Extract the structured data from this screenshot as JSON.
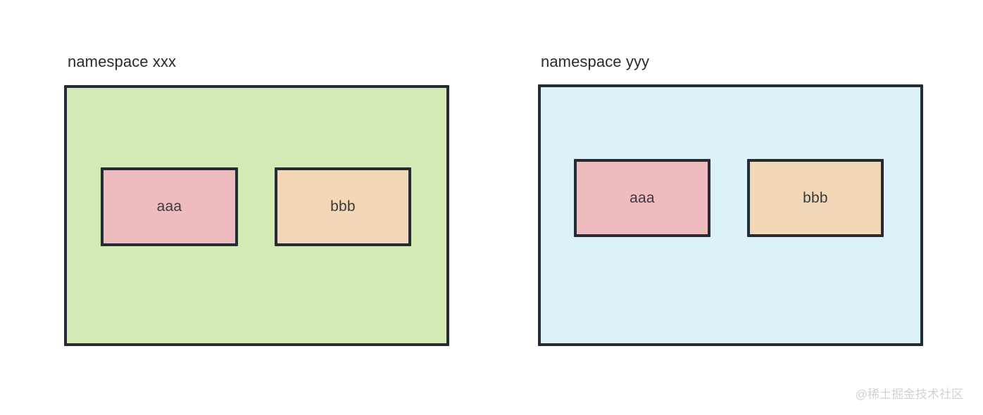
{
  "diagram": {
    "background_color": "#ffffff",
    "border_color": "#252b33",
    "groups": [
      {
        "id": "xxx",
        "title": "namespace xxx",
        "fill_color": "#d3eab4",
        "pods": [
          {
            "id": "aaa",
            "label": "aaa",
            "fill_color": "#eebcbf"
          },
          {
            "id": "bbb",
            "label": "bbb",
            "fill_color": "#f2d7b8"
          }
        ]
      },
      {
        "id": "yyy",
        "title": "namespace yyy",
        "fill_color": "#ddf2f6",
        "pods": [
          {
            "id": "aaa",
            "label": "aaa",
            "fill_color": "#eebcbf"
          },
          {
            "id": "bbb",
            "label": "bbb",
            "fill_color": "#f2d7b8"
          }
        ]
      }
    ]
  },
  "watermark": {
    "text": "@稀土掘金技术社区",
    "color": "#d2d2d2"
  }
}
